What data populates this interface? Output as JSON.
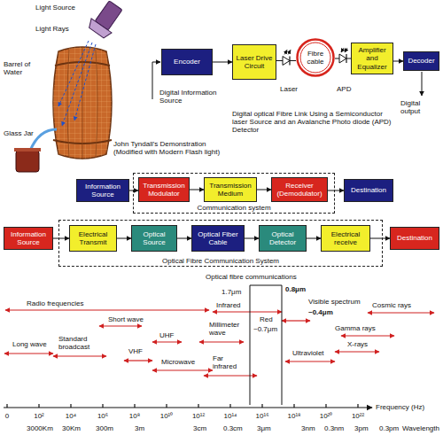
{
  "diagram": {
    "nodes": [
      {
        "text": [
          "Encoder"
        ]
      },
      {
        "text": [
          "Laser Drive Circuit"
        ]
      },
      {
        "text": [
          "Fibre cable"
        ]
      },
      {
        "text": [
          "Amplifier and Equalizer"
        ]
      },
      {
        "text": [
          "Decoder"
        ]
      },
      {
        "text": [
          "Information Source"
        ]
      },
      {
        "text": [
          "Communication system"
        ]
      },
      {
        "text": [
          "Transmission Modulator"
        ],
        "in": 6
      },
      {
        "text": [
          "Transmission Medium"
        ],
        "in": 6
      },
      {
        "text": [
          "Receiver (Demodulator)"
        ],
        "in": 6
      },
      {
        "text": [
          "Destination"
        ]
      },
      {
        "text": [
          "Information Source"
        ]
      },
      {
        "text": [
          "Optical Fibre Communication System"
        ]
      },
      {
        "text": [
          "Electrical Transmit"
        ],
        "in": 12
      },
      {
        "text": [
          "Optical Source"
        ],
        "in": 12
      },
      {
        "text": [
          "Optical Fiber Cable"
        ],
        "in": 12
      },
      {
        "text": [
          "Optical Detector"
        ],
        "in": 12
      },
      {
        "text": [
          "Electrical receive"
        ],
        "in": 12
      },
      {
        "text": [
          "Destination"
        ]
      }
    ],
    "edges": [
      {
        "from": 0,
        "to": 1,
        "arrow": "to"
      },
      {
        "from": 1,
        "to": 2,
        "arrow": "none"
      },
      {
        "from": 2,
        "to": 3,
        "arrow": "none"
      },
      {
        "from": 3,
        "to": 4,
        "arrow": "to"
      },
      {
        "from": 5,
        "to": 7,
        "arrow": "to"
      },
      {
        "from": 7,
        "to": 8,
        "arrow": "to"
      },
      {
        "from": 8,
        "to": 9,
        "arrow": "to"
      },
      {
        "from": 9,
        "to": 10,
        "arrow": "to"
      },
      {
        "from": 11,
        "to": 13,
        "arrow": "to"
      },
      {
        "from": 13,
        "to": 14,
        "arrow": "to"
      },
      {
        "from": 14,
        "to": 15,
        "arrow": "to"
      },
      {
        "from": 15,
        "to": 16,
        "arrow": "to"
      },
      {
        "from": 16,
        "to": 17,
        "arrow": "to"
      },
      {
        "from": 17,
        "to": 18,
        "arrow": "to"
      }
    ],
    "labels": [
      "Light Source",
      "Light Rays",
      "Barrel of Water",
      "Glass Jar",
      "John Tyndall's Demonstration (Modified with Modern Flash light)",
      "Laser",
      "APD",
      "Digital Information Source",
      "Digital output",
      "Digital optical Fibre Link Using a Semiconductor laser Source and an Avalanche Photo diode (APD) Detector",
      "Optical fibre communications",
      "1.7μm",
      "0.8μm",
      "Visible spectrum",
      "Red",
      "~0.7μm",
      "~0.4μm",
      "Radio frequencies",
      "Short wave",
      "UHF",
      "Infrared",
      "Millimeter wave",
      "Long wave",
      "Standard broadcast",
      "VHF",
      "Microwave",
      "Far infrared",
      "Ultraviolet",
      "Gamma rays",
      "X-rays",
      "Cosmic rays",
      "Frequency (Hz)",
      "0",
      "10²",
      "10⁴",
      "10⁶",
      "10⁸",
      "10¹⁰",
      "10¹²",
      "10¹⁴",
      "10¹⁶",
      "10¹⁸",
      "10²⁰",
      "10²²",
      "3000Km",
      "30Km",
      "300m",
      "3m",
      "3cm",
      "0.3cm",
      "3μm",
      "3nm",
      "0.3nm",
      "3pm",
      "0.3pm",
      "Wavelength"
    ]
  }
}
